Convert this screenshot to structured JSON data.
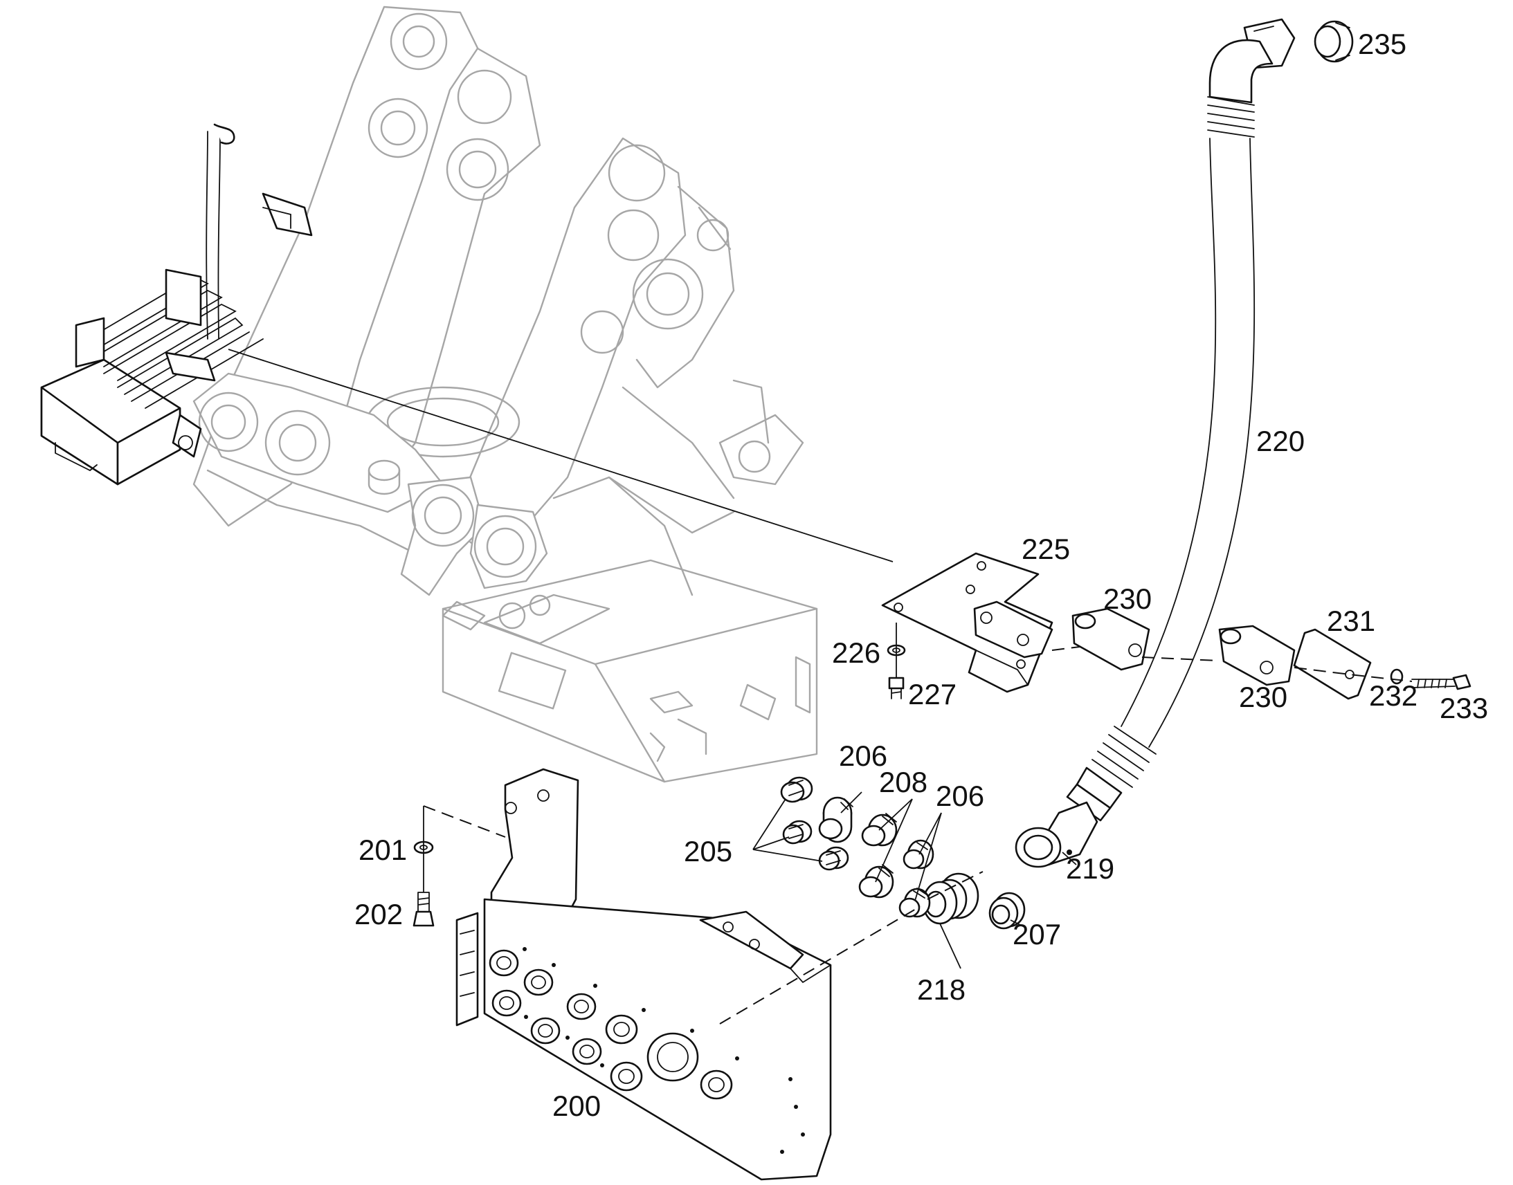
{
  "callouts": {
    "c200": "200",
    "c201": "201",
    "c202": "202",
    "c205": "205",
    "c206a": "206",
    "c206b": "206",
    "c207": "207",
    "c208": "208",
    "c218": "218",
    "c219": "219",
    "c220": "220",
    "c225": "225",
    "c226": "226",
    "c227": "227",
    "c230a": "230",
    "c230b": "230",
    "c231": "231",
    "c232": "232",
    "c233": "233",
    "c235": "235"
  },
  "colors": {
    "line": "#111111",
    "ghost_line": "#a6a6a6",
    "background": "#ffffff"
  }
}
